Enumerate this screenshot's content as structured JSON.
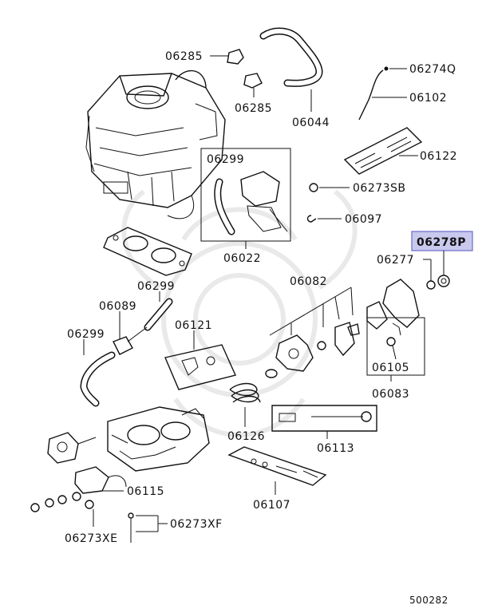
{
  "diagram": {
    "reference_number": "500282",
    "highlight_color": "#c9c9ee",
    "highlight_border_color": "#6a6acb",
    "labels": {
      "p06285_top": "06285",
      "p06285_bottom": "06285",
      "p06044": "06044",
      "p06274Q": "06274Q",
      "p06102": "06102",
      "p06122": "06122",
      "p06299_box": "06299",
      "p06273SB": "06273SB",
      "p06097": "06097",
      "p06022": "06022",
      "p06278P": "06278P",
      "p06277": "06277",
      "p06082": "06082",
      "p06299_mid": "06299",
      "p06089": "06089",
      "p06299_left": "06299",
      "p06121": "06121",
      "p06105": "06105",
      "p06083": "06083",
      "p06126": "06126",
      "p06113": "06113",
      "p06115": "06115",
      "p06107": "06107",
      "p06273XF": "06273XF",
      "p06273XE": "06273XE"
    }
  }
}
